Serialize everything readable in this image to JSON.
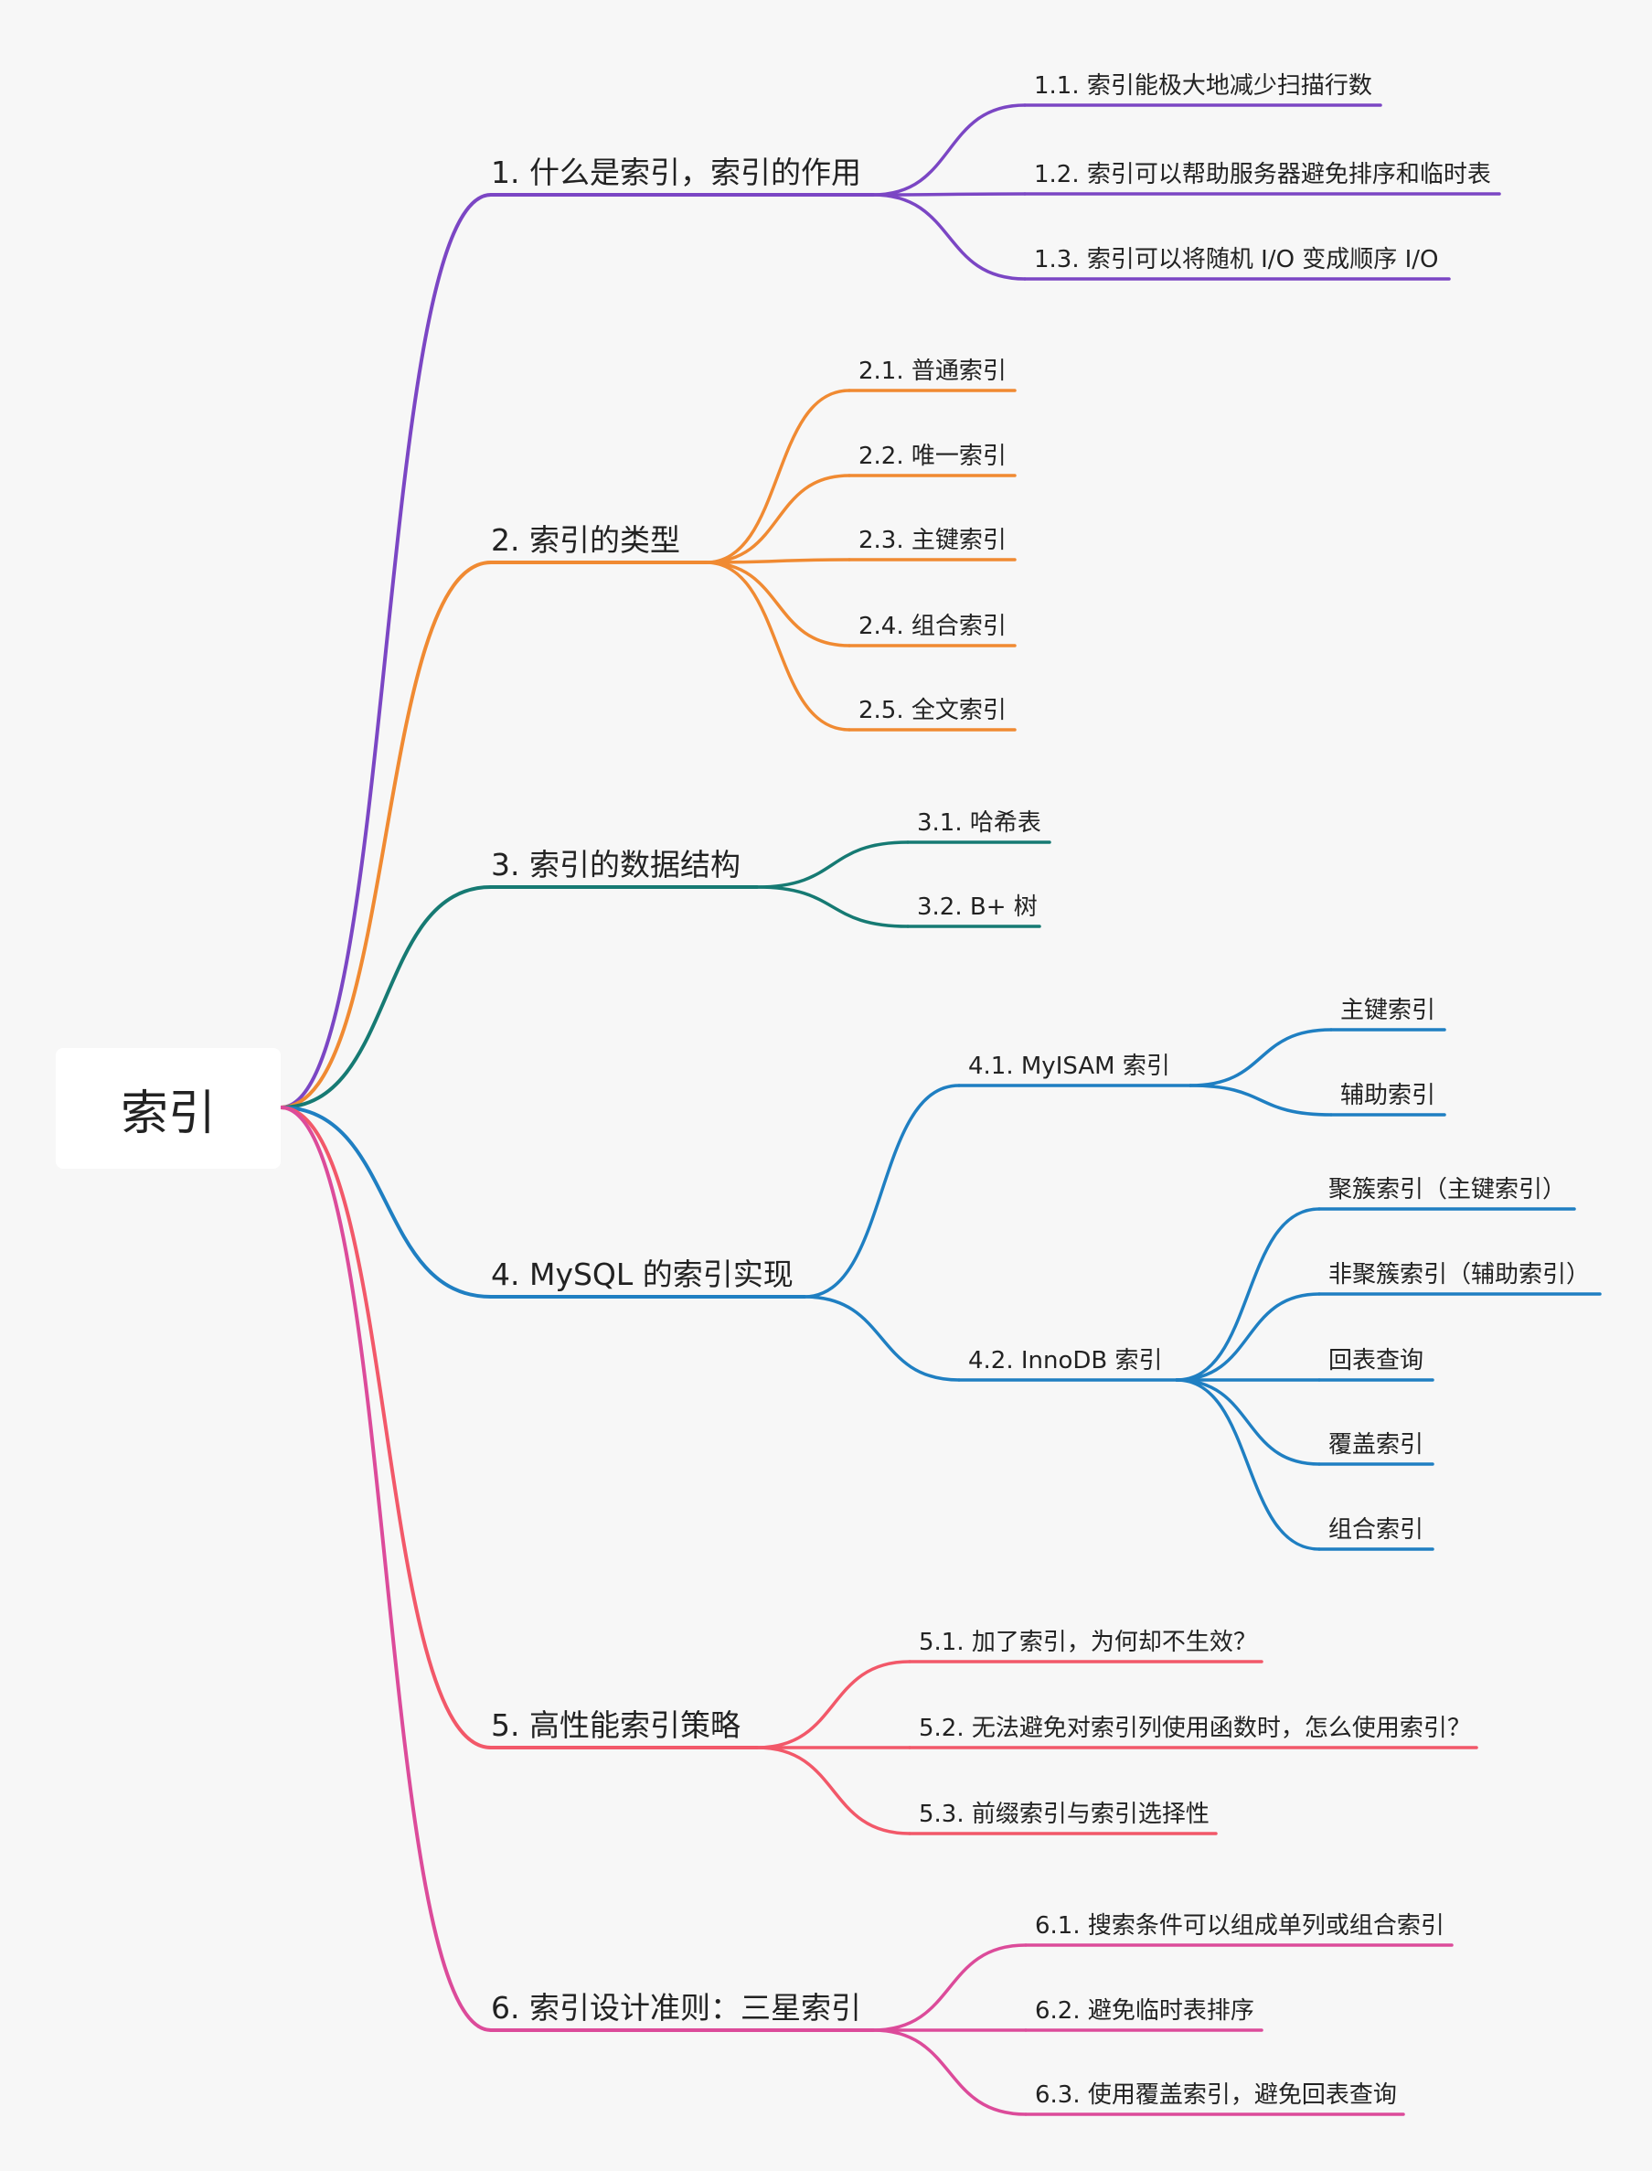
{
  "root": {
    "label": "索引"
  },
  "colors": {
    "purple": "#7b46c4",
    "orange": "#f08a32",
    "teal": "#167a73",
    "blue": "#1f7fc2",
    "red": "#f25869",
    "pink": "#dc4b9a"
  },
  "branches": [
    {
      "label": "1. 什么是索引，索引的作用",
      "color": "#7b46c4",
      "children": [
        {
          "label": "1.1. 索引能极大地减少扫描行数"
        },
        {
          "label": "1.2. 索引可以帮助服务器避免排序和临时表"
        },
        {
          "label": "1.3. 索引可以将随机 I/O 变成顺序 I/O"
        }
      ]
    },
    {
      "label": "2. 索引的类型",
      "color": "#f08a32",
      "children": [
        {
          "label": "2.1. 普通索引"
        },
        {
          "label": "2.2. 唯一索引"
        },
        {
          "label": "2.3. 主键索引"
        },
        {
          "label": "2.4. 组合索引"
        },
        {
          "label": "2.5. 全文索引"
        }
      ]
    },
    {
      "label": "3. 索引的数据结构",
      "color": "#167a73",
      "children": [
        {
          "label": "3.1. 哈希表"
        },
        {
          "label": "3.2. B+ 树"
        }
      ]
    },
    {
      "label": "4. MySQL 的索引实现",
      "color": "#1f7fc2",
      "children": [
        {
          "label": "4.1. MyISAM 索引",
          "children": [
            {
              "label": "主键索引"
            },
            {
              "label": "辅助索引"
            }
          ]
        },
        {
          "label": "4.2. InnoDB 索引",
          "children": [
            {
              "label": "聚簇索引（主键索引）"
            },
            {
              "label": "非聚簇索引（辅助索引）"
            },
            {
              "label": "回表查询"
            },
            {
              "label": "覆盖索引"
            },
            {
              "label": "组合索引"
            }
          ]
        }
      ]
    },
    {
      "label": "5. 高性能索引策略",
      "color": "#f25869",
      "children": [
        {
          "label": "5.1. 加了索引，为何却不生效？"
        },
        {
          "label": "5.2. 无法避免对索引列使用函数时，怎么使用索引？"
        },
        {
          "label": "5.3. 前缀索引与索引选择性"
        }
      ]
    },
    {
      "label": "6. 索引设计准则：三星索引",
      "color": "#dc4b9a",
      "children": [
        {
          "label": "6.1. 搜索条件可以组成单列或组合索引"
        },
        {
          "label": "6.2. 避免临时表排序"
        },
        {
          "label": "6.3. 使用覆盖索引，避免回表查询"
        }
      ]
    }
  ]
}
